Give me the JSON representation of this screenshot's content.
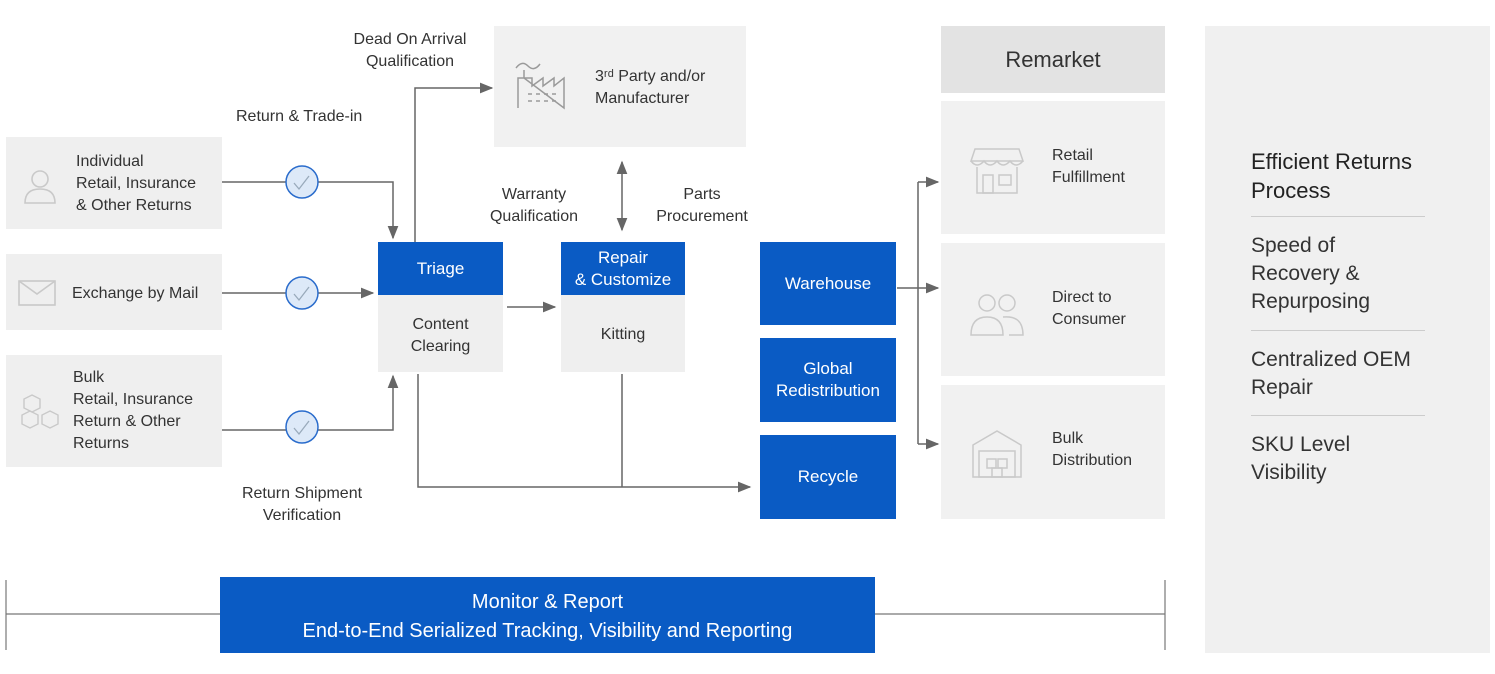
{
  "inputs": {
    "individual": "Individual\nRetail, Insurance\n& Other Returns",
    "exchange": "Exchange  by Mail",
    "bulk": "Bulk\nRetail, Insurance\nReturn & Other\nReturns"
  },
  "labels": {
    "dead_on_arrival": "Dead On Arrival\nQualification",
    "return_trade_in": "Return & Trade-in",
    "return_shipment": "Return Shipment\nVerification",
    "warranty": "Warranty\nQualification",
    "parts": "Parts\nProcurement"
  },
  "third_party": "3ʳᵈ Party and/or\nManufacturer",
  "triage": {
    "title": "Triage",
    "body": "Content\nClearing"
  },
  "repair": {
    "title": "Repair\n& Customize",
    "body": "Kitting"
  },
  "warehouse": "Warehouse",
  "global": "Global\nRedistribution",
  "recycle": "Recycle",
  "remarket": {
    "title": "Remarket",
    "items": [
      "Retail\nFulfillment",
      "Direct to\nConsumer",
      "Bulk\nDistribution"
    ]
  },
  "monitor": {
    "line1": "Monitor & Report",
    "line2": "End-to-End Serialized Tracking, Visibility and Reporting"
  },
  "sidebar": {
    "title": "Efficient Returns\nProcess",
    "items": [
      "Speed of\nRecovery &\nRepurposing",
      "Centralized OEM\nRepair",
      "SKU Level\nVisibility"
    ]
  },
  "colors": {
    "blue": "#0a5bc4",
    "gray": "#efefef",
    "line": "#666666"
  }
}
